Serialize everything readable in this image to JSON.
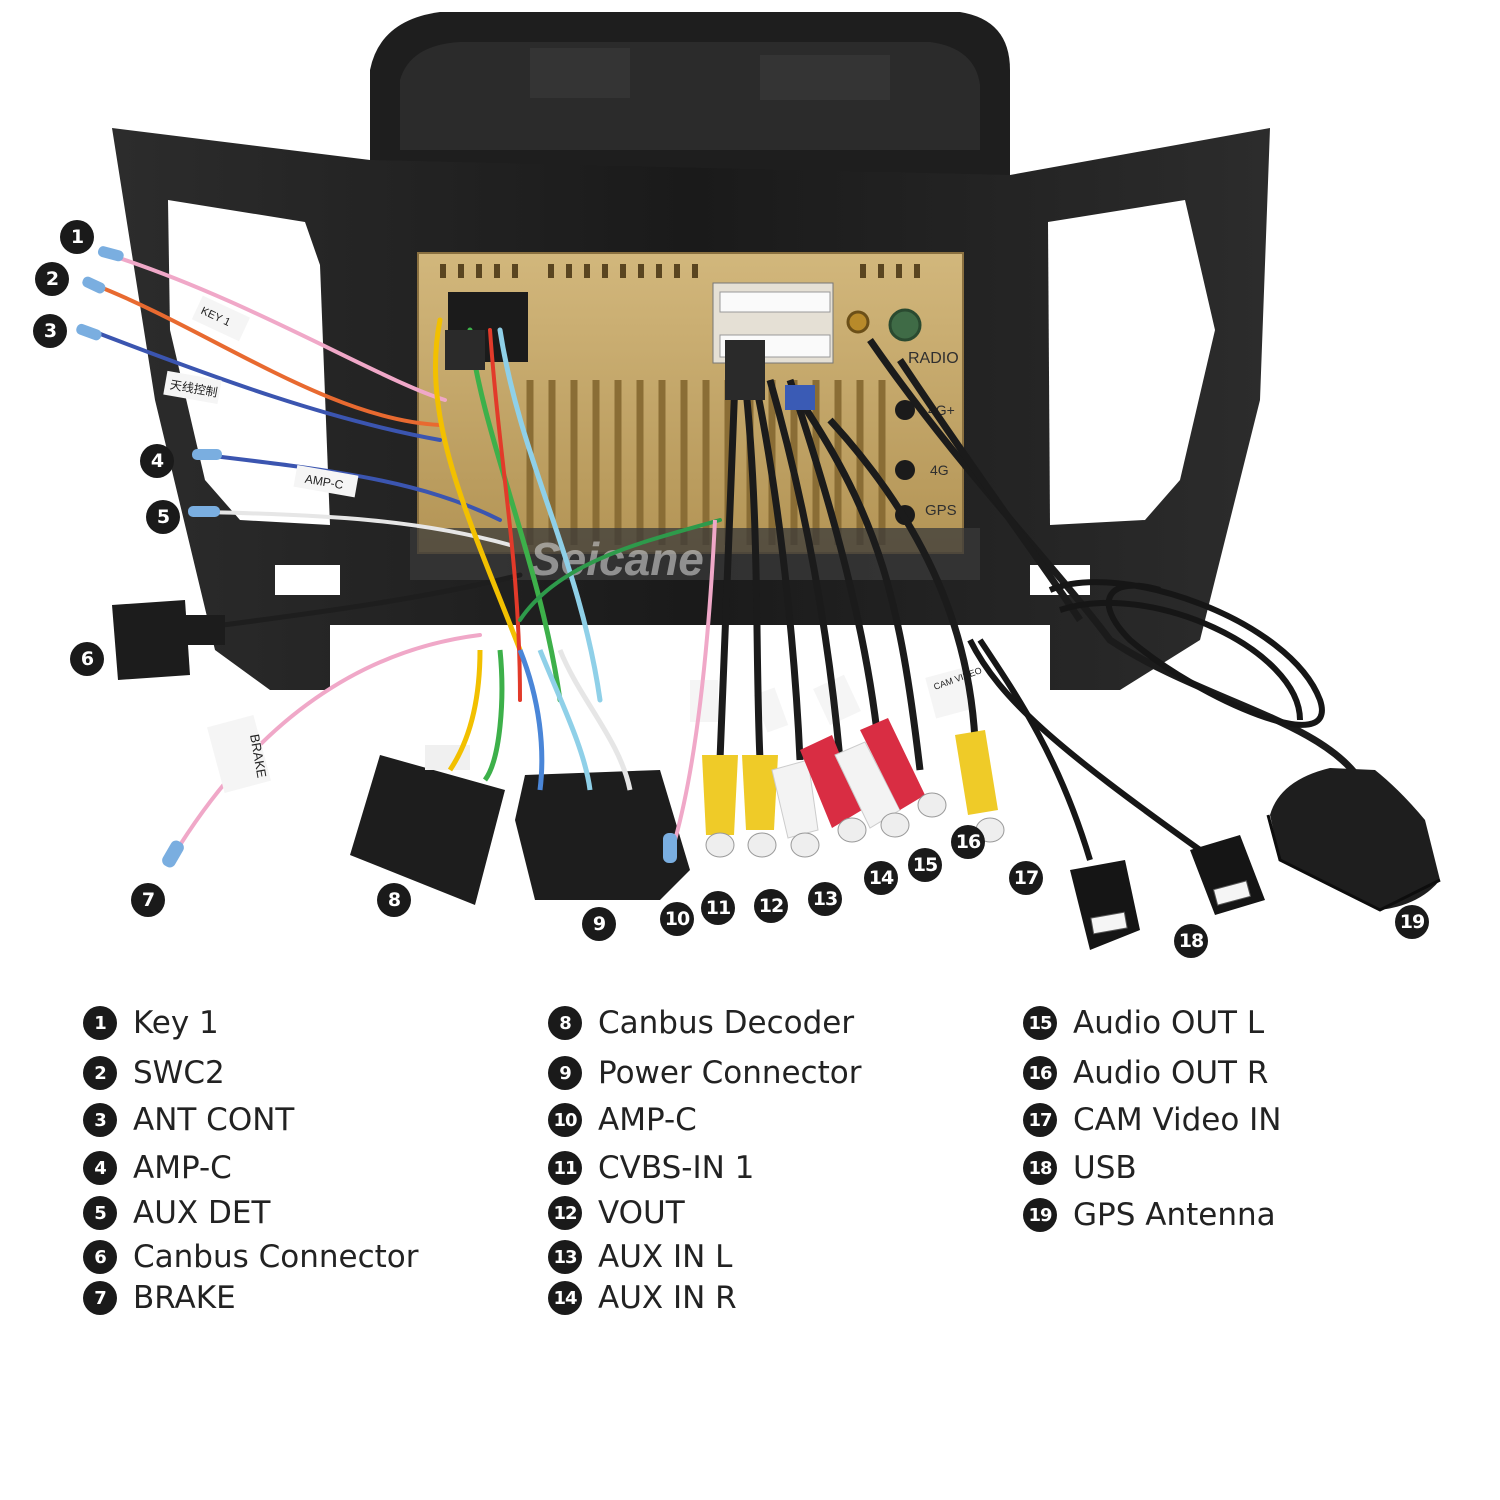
{
  "tags": {
    "key1": "KEY 1",
    "ant": "天线控制",
    "ampc": "AMP-C",
    "brake": "BRAKE",
    "radio": "RADIO",
    "p4g_plus": "4G+",
    "p4g": "4G",
    "gps": "GPS",
    "cam": "CAM VIDEO",
    "watermark": "Seicane"
  },
  "callouts": [
    "1",
    "2",
    "3",
    "4",
    "5",
    "6",
    "7",
    "8",
    "9",
    "10",
    "11",
    "12",
    "13",
    "14",
    "15",
    "16",
    "17",
    "18",
    "19"
  ],
  "legend": {
    "col1": [
      {
        "num": "1",
        "label": "Key 1"
      },
      {
        "num": "2",
        "label": "SWC2"
      },
      {
        "num": "3",
        "label": "ANT CONT"
      },
      {
        "num": "4",
        "label": "AMP-C"
      },
      {
        "num": "5",
        "label": "AUX DET"
      },
      {
        "num": "6",
        "label": "Canbus Connector"
      },
      {
        "num": "7",
        "label": "BRAKE"
      }
    ],
    "col2": [
      {
        "num": "8",
        "label": "Canbus Decoder"
      },
      {
        "num": "9",
        "label": "Power Connector"
      },
      {
        "num": "10",
        "label": "AMP-C"
      },
      {
        "num": "11",
        "label": "CVBS-IN 1"
      },
      {
        "num": "12",
        "label": "VOUT"
      },
      {
        "num": "13",
        "label": "AUX IN L"
      },
      {
        "num": "14",
        "label": "AUX IN R"
      }
    ],
    "col3": [
      {
        "num": "15",
        "label": "Audio OUT L"
      },
      {
        "num": "16",
        "label": "Audio OUT R"
      },
      {
        "num": "17",
        "label": "CAM Video IN"
      },
      {
        "num": "18",
        "label": "USB"
      },
      {
        "num": "19",
        "label": "GPS Antenna"
      }
    ]
  }
}
